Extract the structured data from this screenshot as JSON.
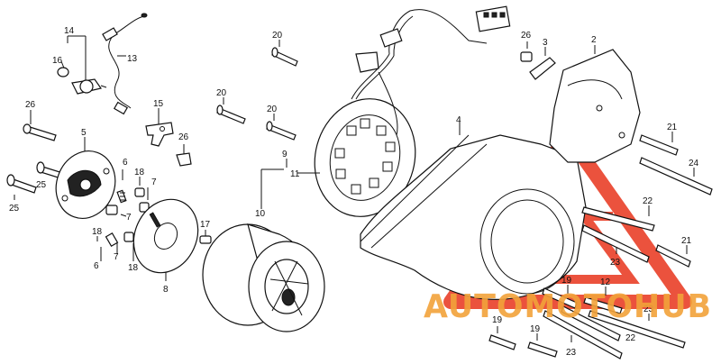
{
  "diagram": {
    "labels": [
      {
        "id": "p14",
        "text": "14"
      },
      {
        "id": "p16",
        "text": "16"
      },
      {
        "id": "p13",
        "text": "13"
      },
      {
        "id": "p26a",
        "text": "26"
      },
      {
        "id": "p5",
        "text": "5"
      },
      {
        "id": "p15",
        "text": "15"
      },
      {
        "id": "p26b",
        "text": "26"
      },
      {
        "id": "p6a",
        "text": "6"
      },
      {
        "id": "p18a",
        "text": "18"
      },
      {
        "id": "p7a",
        "text": "7"
      },
      {
        "id": "p25a",
        "text": "25"
      },
      {
        "id": "p25b",
        "text": "25"
      },
      {
        "id": "p7b",
        "text": "7"
      },
      {
        "id": "p18b",
        "text": "18"
      },
      {
        "id": "p6b",
        "text": "6"
      },
      {
        "id": "p7c",
        "text": "7"
      },
      {
        "id": "p18c",
        "text": "18"
      },
      {
        "id": "p8",
        "text": "8"
      },
      {
        "id": "p17",
        "text": "17"
      },
      {
        "id": "p20a",
        "text": "20"
      },
      {
        "id": "p20b",
        "text": "20"
      },
      {
        "id": "p20c",
        "text": "20"
      },
      {
        "id": "p9",
        "text": "9"
      },
      {
        "id": "p11",
        "text": "11"
      },
      {
        "id": "p10",
        "text": "10"
      },
      {
        "id": "p26c",
        "text": "26"
      },
      {
        "id": "p3",
        "text": "3"
      },
      {
        "id": "p2",
        "text": "2"
      },
      {
        "id": "p4",
        "text": "4"
      },
      {
        "id": "p21a",
        "text": "21"
      },
      {
        "id": "p24",
        "text": "24"
      },
      {
        "id": "p22a",
        "text": "22"
      },
      {
        "id": "p21b",
        "text": "21"
      },
      {
        "id": "p23a",
        "text": "23"
      },
      {
        "id": "p19a",
        "text": "19"
      },
      {
        "id": "p12",
        "text": "12"
      },
      {
        "id": "p23b",
        "text": "23"
      },
      {
        "id": "p19b",
        "text": "19"
      },
      {
        "id": "p19c",
        "text": "19"
      },
      {
        "id": "p22b",
        "text": "22"
      },
      {
        "id": "p23c",
        "text": "23"
      }
    ]
  },
  "watermark": {
    "text": "AUTOMOTOHUB",
    "primary_color": "#e8341c",
    "secondary_color": "#f2a23a"
  }
}
